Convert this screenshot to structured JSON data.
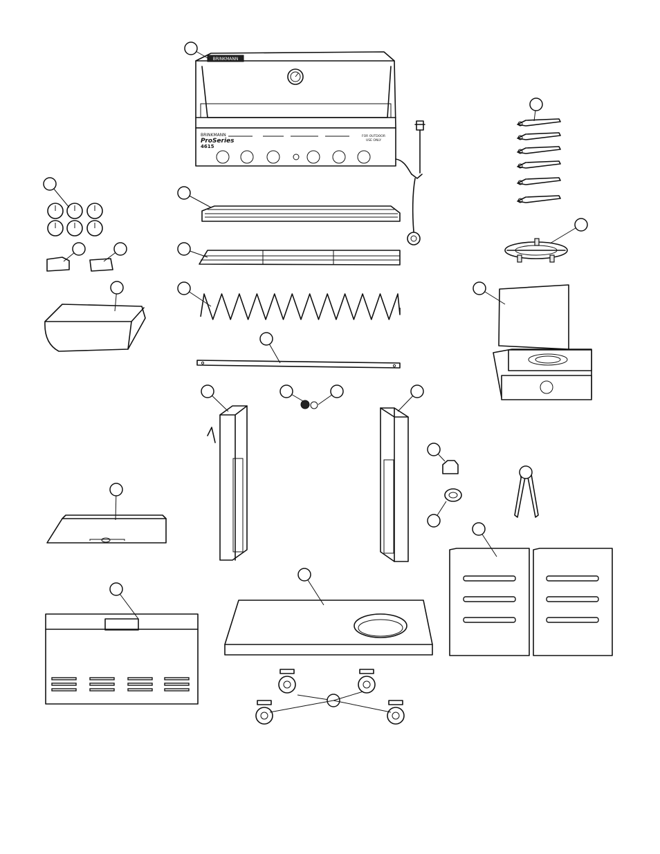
{
  "hood": {
    "brand": "BRINKMANN",
    "panel_brand": "BRINKMANN",
    "series": "ProSeries",
    "model": "4615",
    "notice_line1": "FOR OUTDOOR",
    "notice_line2": "USE ONLY"
  },
  "colors": {
    "line": "#111111",
    "background": "#ffffff"
  },
  "callouts_count": 23
}
